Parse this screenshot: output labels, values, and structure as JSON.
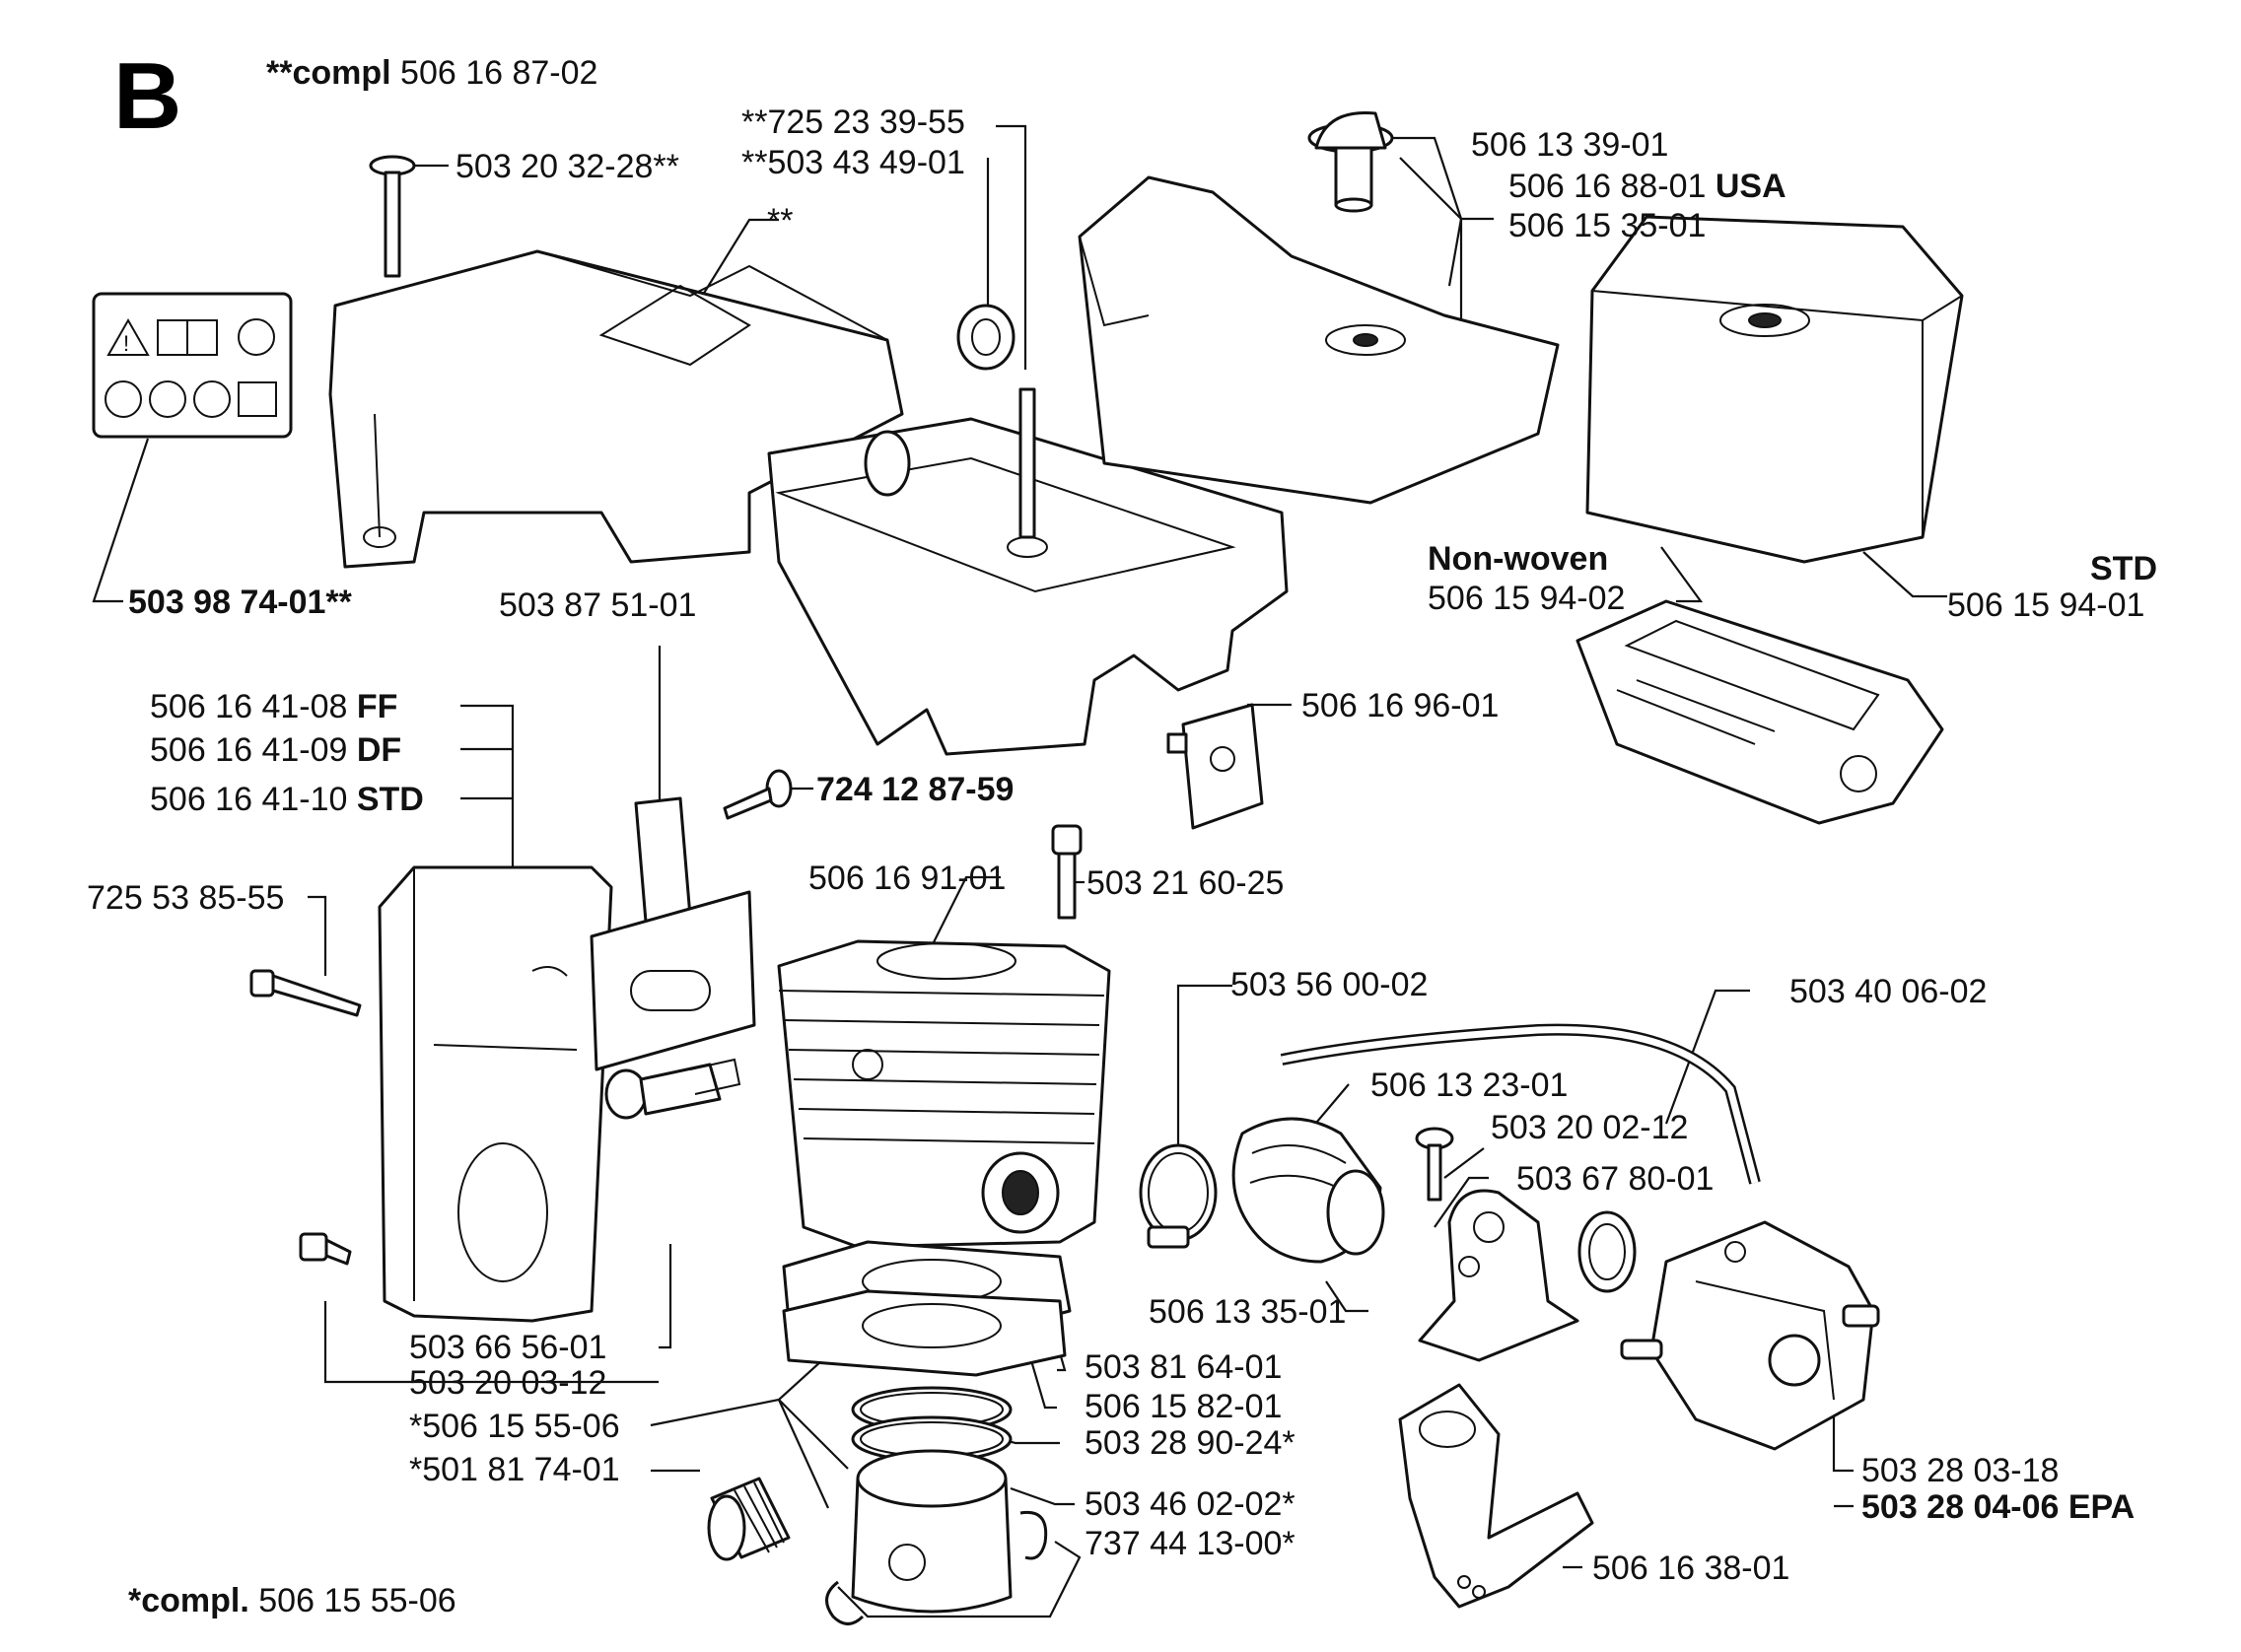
{
  "section_letter": "B",
  "header": {
    "compl_top_prefix": "**compl",
    "compl_top_number": "506 16 87-02",
    "compl_bottom_prefix": "*compl.",
    "compl_bottom_number": "506 15 55-06"
  },
  "labels": {
    "p_503_20_32_28": "503 20 32-28**",
    "p_725_23_39_55": "**725 23 39-55",
    "p_503_43_49_01": "**503 43 49-01",
    "double_star": "**",
    "p_506_13_39_01": "506 13 39-01",
    "p_506_16_88_01": "506 16 88-01",
    "usa": "USA",
    "p_506_15_35_01": "506 15 35-01",
    "p_503_98_74_01": "503 98 74-01**",
    "p_503_87_51_01": "503 87 51-01",
    "non_woven": "Non-woven",
    "p_506_15_94_02": "506 15 94-02",
    "std_top": "STD",
    "p_506_15_94_01": "506 15 94-01",
    "p_506_16_41_08": "506 16 41-08",
    "ff": "FF",
    "p_506_16_41_09": "506 16 41-09",
    "df": "DF",
    "p_506_16_41_10": "506 16 41-10",
    "std": "STD",
    "p_724_12_87_59": "724 12  87-59",
    "p_506_16_96_01": "506 16 96-01",
    "p_725_53_85_55": "725 53 85-55",
    "p_506_16_91_01": "506 16 91-01",
    "p_503_21_60_25": "503 21 60-25",
    "p_503_56_00_02": "503 56 00-02",
    "p_503_40_06_02": "503 40 06-02",
    "p_506_13_23_01": "506 13 23-01",
    "p_503_20_02_12": "503 20 02-12",
    "p_503_67_80_01": "503 67 80-01",
    "p_506_13_35_01": "506 13 35-01",
    "p_503_66_56_01": "503 66 56-01",
    "p_503_20_03_12": "503 20 03-12",
    "p_503_81_64_01": "503 81 64-01",
    "p_506_15_82_01": "506 15 82-01",
    "p_506_15_55_06": "*506 15 55-06",
    "p_503_28_90_24": "503 28 90-24*",
    "p_501_81_74_01": "*501 81 74-01",
    "p_503_46_02_02": "503 46 02-02*",
    "p_737_44_13_00": "737 44 13-00*",
    "p_503_28_03_18": "503 28 03-18",
    "p_503_28_04_06": "503 28 04-06 EPA",
    "p_506_16_38_01": "506 16 38-01"
  }
}
